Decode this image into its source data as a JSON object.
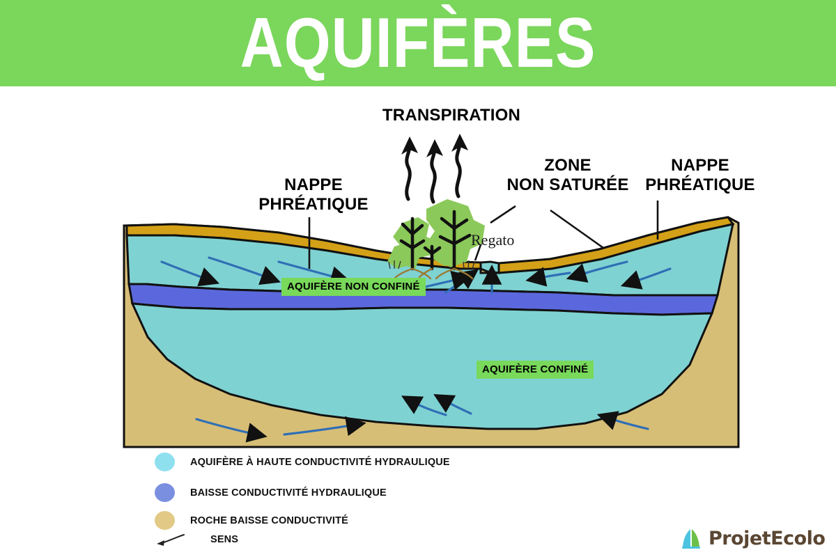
{
  "header": {
    "title": "AQUIFÈRES",
    "background_color": "#7bd65c",
    "text_color": "#ffffff"
  },
  "diagram": {
    "callouts": {
      "transpiration": "TRANSPIRATION",
      "nappe_phreatique_left": "NAPPE\nPHRÉATIQUE",
      "zone_non_saturee": "ZONE\nNON SATURÉE",
      "nappe_phreatique_right": "NAPPE\nPHRÉATIQUE",
      "regato": "Regato"
    },
    "highlighted_tags": {
      "unconfined": "AQUIFÈRE NON CONFINÉ",
      "confined": "AQUIFÈRE CONFINÉ"
    },
    "colors": {
      "rock": "#d7be76",
      "topsoil": "#d4a017",
      "aquifer_high_conductivity": "#7fd2d2",
      "low_conductivity_band": "#5b68dd",
      "flow_arrow": "#2f6fb5",
      "outline": "#000000",
      "vegetation": "#7cc24a",
      "tag_highlight": "#79d95a"
    }
  },
  "legend": {
    "items": [
      {
        "symbol": "circle",
        "color": "#8fe0ef",
        "label": "AQUIFÈRE  À HAUTE CONDUCTIVITÉ HYDRAULIQUE"
      },
      {
        "symbol": "circle",
        "color": "#7b8fe0",
        "label": "BAISSE CONDUCTIVITÉ HYDRAULIQUE"
      },
      {
        "symbol": "circle",
        "color": "#e2ca86",
        "label": "ROCHE BAISSE CONDUCTIVITÉ"
      },
      {
        "symbol": "arrow",
        "color": "#222222",
        "label": "SENS"
      }
    ]
  },
  "brand": {
    "name": "ProjetEcolo",
    "icon": "leaf-logo-icon",
    "colors": {
      "text": "#5a4632",
      "leaf_green": "#6cc04a",
      "leaf_blue": "#4cc3e0"
    }
  }
}
